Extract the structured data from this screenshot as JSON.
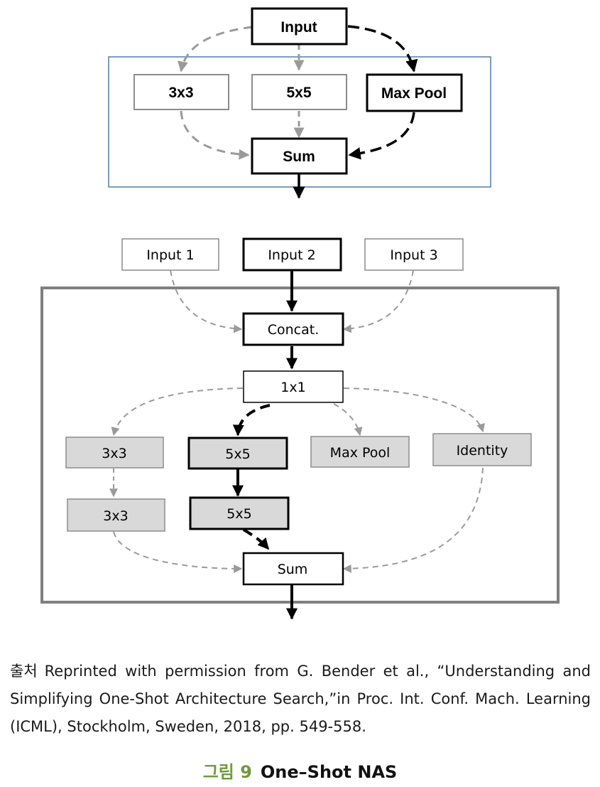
{
  "top_cell": {
    "input": "Input",
    "ops": [
      "3x3",
      "5x5",
      "Max Pool"
    ],
    "sum": "Sum"
  },
  "bottom_cell": {
    "inputs": [
      "Input 1",
      "Input 2",
      "Input 3"
    ],
    "concat": "Concat.",
    "conv1x1": "1x1",
    "branches": [
      "3x3",
      "5x5",
      "Max Pool",
      "Identity"
    ],
    "second_row": [
      "3x3",
      "5x5"
    ],
    "sum": "Sum"
  },
  "caption": {
    "source_label": "출처",
    "text": "Reprinted with permission from G. Bender et al., “Understanding and Simplifying One-Shot Architecture Search,”in Proc. Int. Conf. Mach. Learning (ICML), Stockholm, Sweden, 2018, pp. 549-558."
  },
  "figure": {
    "number": "그림 9",
    "title": "One–Shot NAS"
  },
  "colors": {
    "cell_border_top": "#4e7ea8",
    "cell_border_bottom": "#7f7f7f",
    "dashed_gray": "#9a9a9a",
    "box_fill_gray": "#d9d9d9",
    "figure_number": "#6f9a3e"
  }
}
